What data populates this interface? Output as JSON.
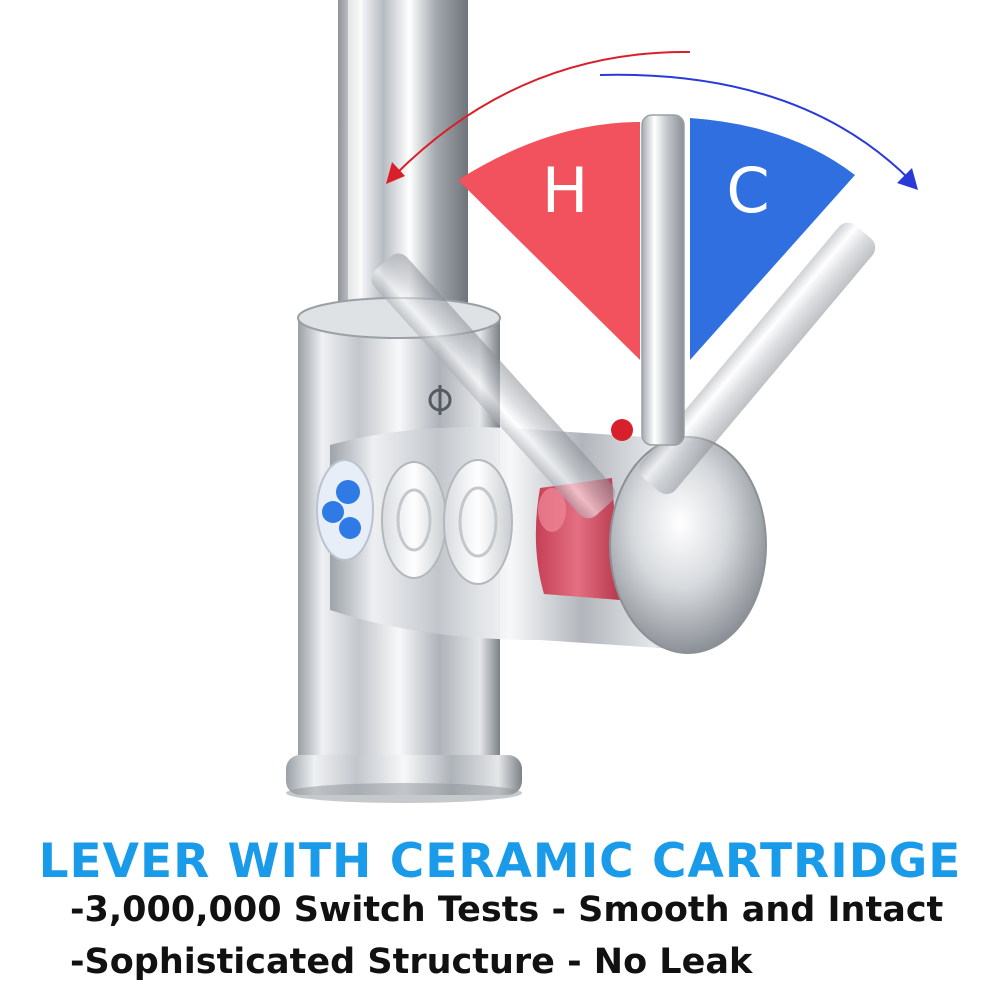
{
  "diagram": {
    "hot_label": "H",
    "cold_label": "C",
    "hot_color": "#f2515e",
    "cold_color": "#2f6fe0",
    "hot_arrow_color": "#d9202a",
    "cold_arrow_color": "#2a3ad8",
    "chrome_color": "#c9cdd2",
    "cartridge_parts": [
      "blue-seal",
      "white-disc",
      "white-disc",
      "red-cartridge"
    ]
  },
  "text": {
    "headline": "LEVER WITH CERAMIC CARTRIDGE",
    "feature_1": "-3,000,000 Switch Tests - Smooth and Intact",
    "feature_2": "-Sophisticated Structure - No Leak"
  },
  "colors": {
    "headline": "#1a9bea",
    "body_text": "#111111",
    "background": "#ffffff"
  }
}
